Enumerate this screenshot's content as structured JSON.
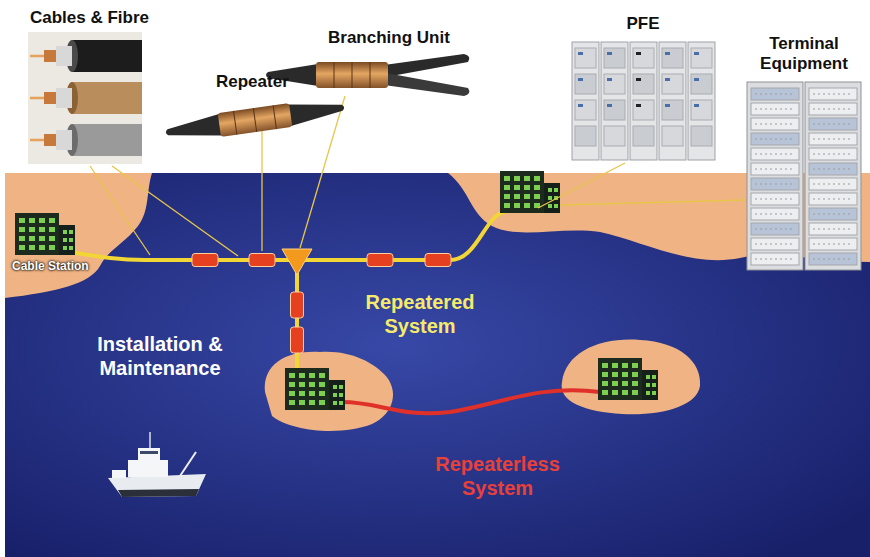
{
  "diagram": {
    "nodes": [
      {
        "text": [
          "Cables & Fibre"
        ]
      },
      {
        "text": [
          "Repeater"
        ]
      },
      {
        "text": [
          "Branching Unit"
        ]
      },
      {
        "text": [
          "PFE"
        ]
      },
      {
        "text": [
          "Terminal Equipment"
        ]
      },
      {
        "text": [
          "Cable Station"
        ]
      }
    ],
    "labels": [
      "Repeatered System",
      "Installation & Maintenance",
      "Repeaterless System"
    ]
  }
}
